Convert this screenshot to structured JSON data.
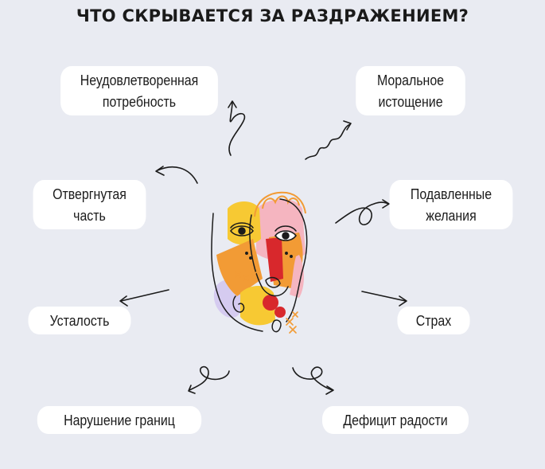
{
  "title": "ЧТО СКРЫВАЕТСЯ ЗА РАЗДРАЖЕНИЕМ?",
  "colors": {
    "background": "#e9ebf2",
    "pill": "#ffffff",
    "text": "#1b1b1b",
    "orange": "#f29b35",
    "pink": "#f5b5c0",
    "red": "#d8282c",
    "yellow": "#f7c933",
    "lavender": "#d5cbf0"
  },
  "items": {
    "unmet_need": {
      "line1": "Неудовлетворенная",
      "line2": "потребность"
    },
    "moral_exhaustion": {
      "line1": "Моральное",
      "line2": "истощение"
    },
    "rejected_part": {
      "line1": "Отвергнутая",
      "line2": "часть"
    },
    "suppressed_desires": {
      "line1": "Подавленные",
      "line2": "желания"
    },
    "fatigue": {
      "line1": "Усталость"
    },
    "fear": {
      "line1": "Страх"
    },
    "boundary_violation": {
      "line1": "Нарушение границ"
    },
    "joy_deficit": {
      "line1": "Дефицит радости"
    }
  }
}
